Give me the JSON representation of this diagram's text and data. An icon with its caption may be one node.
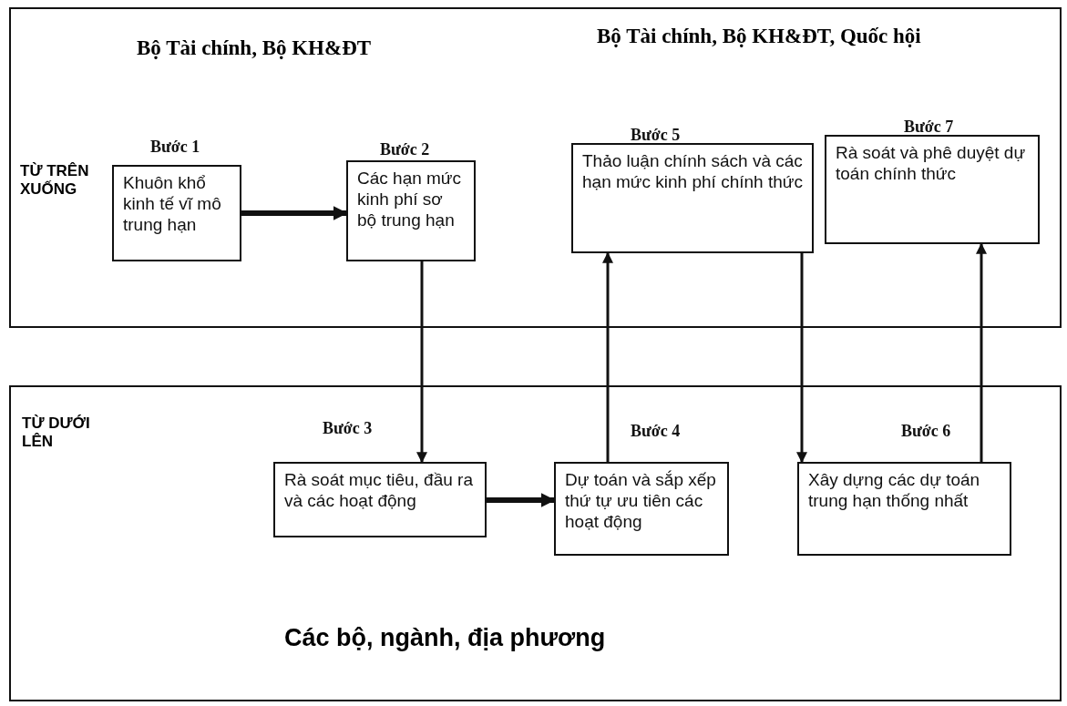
{
  "diagram": {
    "nodes": [
      {
        "text": [
          "TỪ TRÊN XUỐNG"
        ]
      },
      {
        "text": [
          "Khuôn khổ kinh tế vĩ mô trung hạn"
        ],
        "in": 0,
        "beside": [
          "Bước 1"
        ]
      },
      {
        "text": [
          "Các hạn mức kinh phí sơ bộ trung hạn"
        ],
        "in": 0,
        "beside": [
          "Bước 2"
        ]
      },
      {
        "text": [
          "Thảo luận chính sách và các hạn mức kinh phí chính thức"
        ],
        "in": 0,
        "beside": [
          "Bước 5"
        ]
      },
      {
        "text": [
          "Rà soát và phê duyệt dự toán chính thức"
        ],
        "in": 0,
        "beside": [
          "Bước 7"
        ]
      },
      {
        "text": [
          "TỪ DƯỚI LÊN",
          "Các bộ, ngành, địa phương"
        ]
      },
      {
        "text": [
          "Rà soát mục tiêu, đầu ra và các hoạt động"
        ],
        "in": 5,
        "beside": [
          "Bước 3"
        ]
      },
      {
        "text": [
          "Dự toán và sắp xếp thứ tự ưu tiên các hoạt động"
        ],
        "in": 5,
        "beside": [
          "Bước 4"
        ]
      },
      {
        "text": [
          "Xây dựng các dự toán trung hạn thống nhất"
        ],
        "in": 5,
        "beside": [
          "Bước 6"
        ]
      }
    ],
    "edges": [
      {
        "from": 1,
        "to": 2,
        "arrow": "to",
        "style": "thick"
      },
      {
        "from": 2,
        "to": 6,
        "arrow": "to"
      },
      {
        "from": 6,
        "to": 7,
        "arrow": "to",
        "style": "thick"
      },
      {
        "from": 7,
        "to": 3,
        "arrow": "to"
      },
      {
        "from": 3,
        "to": 8,
        "arrow": "to"
      },
      {
        "from": 8,
        "to": 4,
        "arrow": "to"
      }
    ],
    "labels": [
      "Bộ Tài chính, Bộ KH&ĐT",
      "Bộ Tài chính, Bộ KH&ĐT, Quốc hội"
    ]
  }
}
